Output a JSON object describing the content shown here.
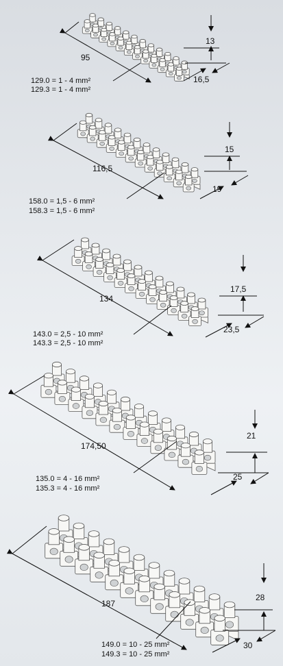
{
  "blocks": [
    {
      "length": "95",
      "height": "13",
      "depth": "16,5",
      "part_a": "129.0 = 1 - 4 mm²",
      "part_b": "129.3 = 1 - 4 mm²"
    },
    {
      "length": "116,5",
      "height": "15",
      "depth": "19",
      "part_a": "158.0 = 1,5 - 6 mm²",
      "part_b": "158.3 = 1,5 - 6 mm²"
    },
    {
      "length": "134",
      "height": "17,5",
      "depth": "23,5",
      "part_a": "143.0 = 2,5 - 10 mm²",
      "part_b": "143.3 = 2,5 - 10 mm²"
    },
    {
      "length": "174,50",
      "height": "21",
      "depth": "25",
      "part_a": "135.0 = 4 - 16 mm²",
      "part_b": "135.3 = 4 - 16 mm²"
    },
    {
      "length": "187",
      "height": "28",
      "depth": "30",
      "part_a": "149.0 = 10 - 25 mm²",
      "part_b": "149.3 = 10 - 25 mm²"
    }
  ],
  "colors": {
    "body": "#f7f7f5",
    "stroke": "#555555",
    "line": "#111111"
  }
}
